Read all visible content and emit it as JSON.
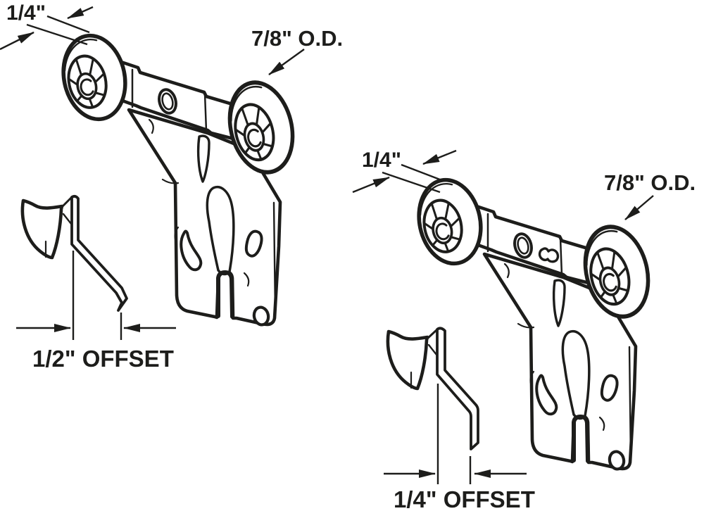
{
  "canvas": {
    "background": "#ffffff",
    "line_color": "#1d1d1b"
  },
  "left_unit": {
    "thickness_label": "1/4\"",
    "od_label": "7/8\" O.D.",
    "offset_label": "1/2\" OFFSET"
  },
  "right_unit": {
    "thickness_label": "1/4\"",
    "od_label": "7/8\" O.D.",
    "offset_label": "1/4\" OFFSET"
  }
}
